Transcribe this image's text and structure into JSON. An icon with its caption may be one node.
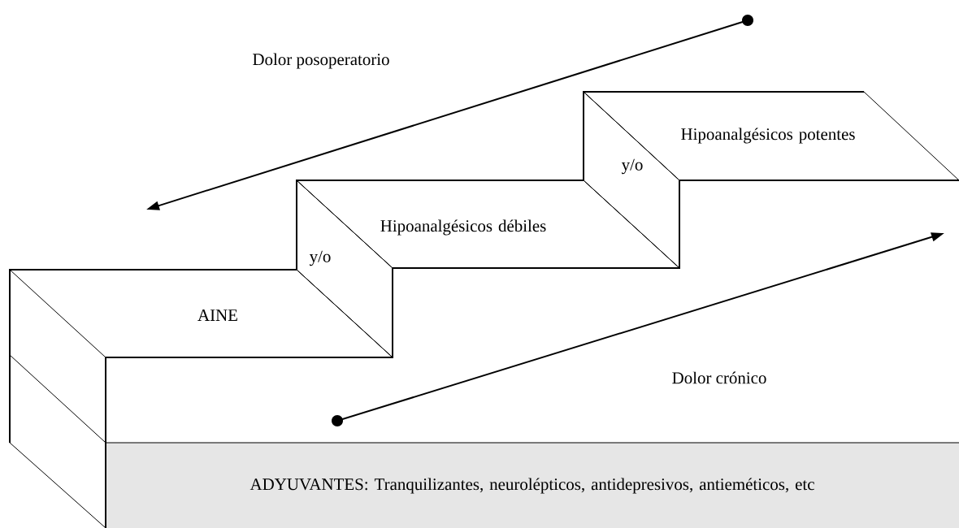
{
  "diagram": {
    "nodes": [
      {
        "text": [
          "AINE"
        ]
      },
      {
        "text": [
          "y/o"
        ]
      },
      {
        "text": [
          "Hipoanalgésicos débiles"
        ]
      },
      {
        "text": [
          "y/o"
        ]
      },
      {
        "text": [
          "Hipoanalgésicos potentes"
        ]
      },
      {
        "text": [
          "ADYUVANTES: Tranquilizantes, neurolépticos, antidepresivos, antieméticos, etc"
        ]
      }
    ],
    "labels": [
      "Dolor posoperatorio",
      "Dolor crónico"
    ]
  }
}
